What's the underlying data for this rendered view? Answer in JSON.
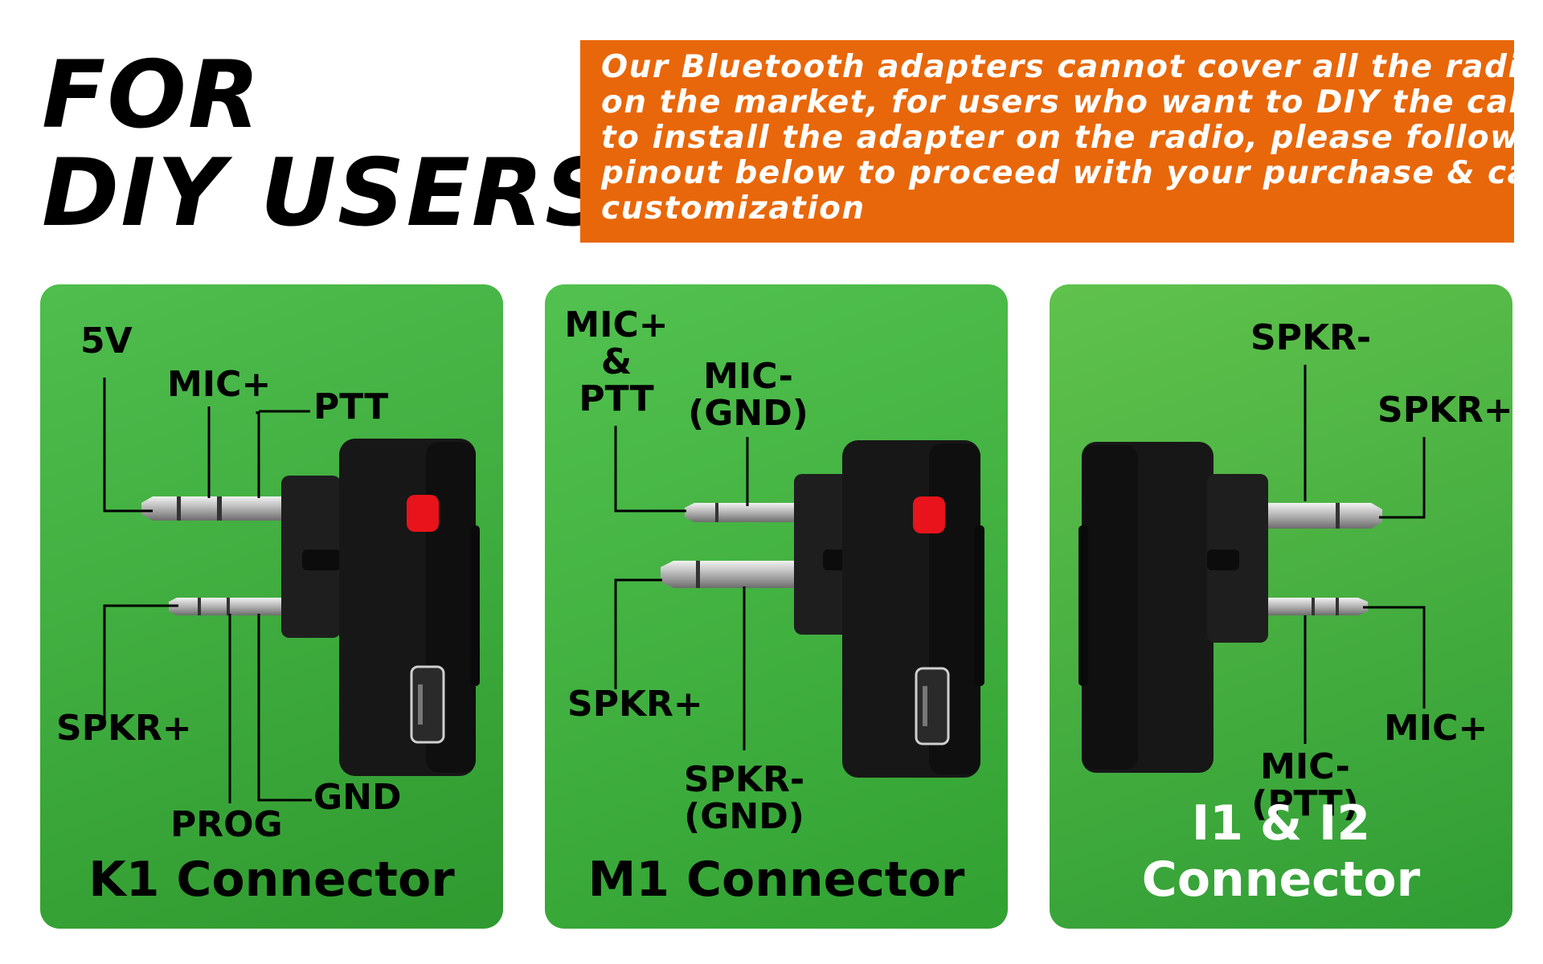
{
  "title": {
    "line1": "FOR",
    "line2": "DIY USERS"
  },
  "notice": {
    "lines": [
      "Our Bluetooth adapters cannot cover all the radios",
      "on the market, for users who want to DIY the cable",
      "to install the adapter on the radio, please follow the",
      "pinout below to proceed with your purchase & cable",
      "customization"
    ]
  },
  "colors": {
    "notice_bg": "#e8670a",
    "panel_green": "#3fae3f",
    "button_red": "#e8131b",
    "device_black": "#151515"
  },
  "icons": {
    "device": "bluetooth-adapter-icon",
    "button": "red-button-icon",
    "port": "micro-usb-port-icon",
    "plug": "audio-plug-icon"
  },
  "panels": [
    {
      "name": "K1 Connector",
      "pins": {
        "p5v": "5V",
        "mic_plus": "MIC+",
        "ptt": "PTT",
        "spkr_plus": "SPKR+",
        "prog": "PROG",
        "gnd": "GND"
      }
    },
    {
      "name": "M1 Connector",
      "pins": {
        "mic_ptt": [
          "MIC+",
          "&",
          "PTT"
        ],
        "mic_minus": [
          "MIC-",
          "(GND)"
        ],
        "spkr_plus": "SPKR+",
        "spkr_minus": [
          "SPKR-",
          "(GND)"
        ]
      }
    },
    {
      "name": "I1 & I2 Connector",
      "pins": {
        "spkr_minus": "SPKR-",
        "spkr_plus": "SPKR+",
        "mic_plus": "MIC+",
        "mic_minus": [
          "MIC-",
          "(PTT)"
        ]
      }
    }
  ]
}
